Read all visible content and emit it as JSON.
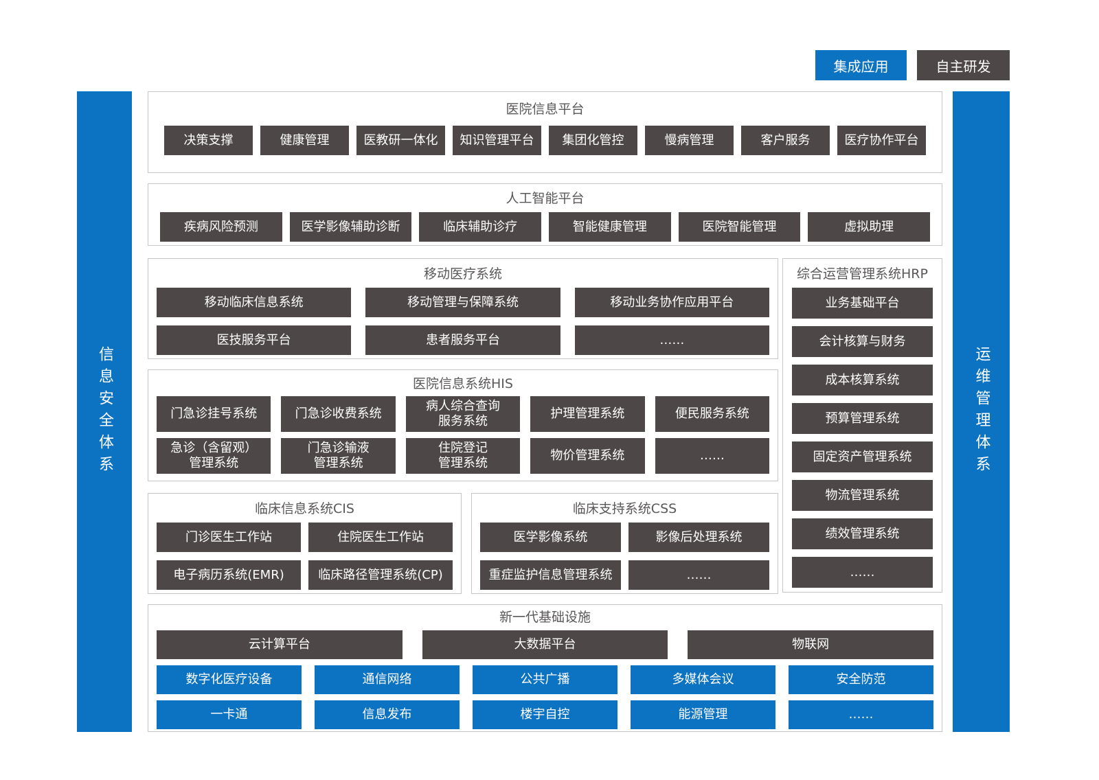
{
  "legend": {
    "integrated_label": "集成应用",
    "self_developed_label": "自主研发"
  },
  "colors": {
    "accent_blue": "#0C72C2",
    "box_dark": "#4D4748",
    "section_border": "#C6C6C6",
    "title_gray": "#5A5758"
  },
  "left_bar": {
    "label": "信息安全体系"
  },
  "right_bar": {
    "label": "运维管理体系"
  },
  "sections": {
    "hospital_info": {
      "title": "医院信息平台",
      "items": [
        "决策支撑",
        "健康管理",
        "医教研一体化",
        "知识管理平台",
        "集团化管控",
        "慢病管理",
        "客户服务",
        "医疗协作平台"
      ]
    },
    "ai": {
      "title": "人工智能平台",
      "items": [
        "疾病风险预测",
        "医学影像辅助诊断",
        "临床辅助诊疗",
        "智能健康管理",
        "医院智能管理",
        "虚拟助理"
      ]
    },
    "mobile": {
      "title": "移动医疗系统",
      "rows": [
        [
          "移动临床信息系统",
          "移动管理与保障系统",
          "移动业务协作应用平台"
        ],
        [
          "医技服务平台",
          "患者服务平台",
          "……"
        ]
      ]
    },
    "hrp": {
      "title": "综合运营管理系统HRP",
      "items": [
        "业务基础平台",
        "会计核算与财务",
        "成本核算系统",
        "预算管理系统",
        "固定资产管理系统",
        "物流管理系统",
        "绩效管理系统",
        "……"
      ]
    },
    "his": {
      "title": "医院信息系统HIS",
      "rows": [
        [
          "门急诊挂号系统",
          "门急诊收费系统",
          "病人综合查询\n服务系统",
          "护理管理系统",
          "便民服务系统"
        ],
        [
          "急诊（含留观）\n管理系统",
          "门急诊输液\n管理系统",
          "住院登记\n管理系统",
          "物价管理系统",
          "……"
        ]
      ]
    },
    "cis": {
      "title": "临床信息系统CIS",
      "rows": [
        [
          "门诊医生工作站",
          "住院医生工作站"
        ],
        [
          "电子病历系统(EMR)",
          "临床路径管理系统(CP)"
        ]
      ]
    },
    "css": {
      "title": "临床支持系统CSS",
      "rows": [
        [
          "医学影像系统",
          "影像后处理系统"
        ],
        [
          "重症监护信息管理系统",
          "……"
        ]
      ]
    },
    "infra": {
      "title": "新一代基础设施",
      "dark_row": [
        "云计算平台",
        "大数据平台",
        "物联网"
      ],
      "blue_rows": [
        [
          "数字化医疗设备",
          "通信网络",
          "公共广播",
          "多媒体会议",
          "安全防范"
        ],
        [
          "一卡通",
          "信息发布",
          "楼宇自控",
          "能源管理",
          "……"
        ]
      ]
    }
  }
}
